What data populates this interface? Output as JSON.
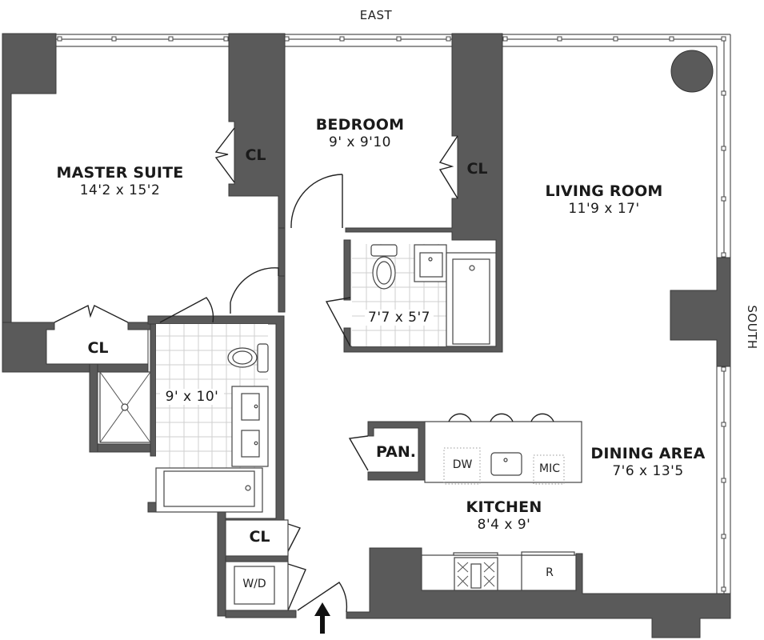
{
  "compass": {
    "east": "EAST",
    "south": "SOUTH"
  },
  "rooms": {
    "master_suite": {
      "name": "MASTER SUITE",
      "dims": "14'2 x 15'2"
    },
    "bedroom": {
      "name": "BEDROOM",
      "dims": "9' x 9'10"
    },
    "living_room": {
      "name": "LIVING ROOM",
      "dims": "11'9 x 17'"
    },
    "dining_area": {
      "name": "DINING AREA",
      "dims": "7'6 x 13'5"
    },
    "kitchen": {
      "name": "KITCHEN",
      "dims": "8'4 x 9'"
    },
    "master_bath": {
      "dims": "9' x 10'"
    },
    "second_bath": {
      "dims": "7'7 x 5'7"
    }
  },
  "closets": {
    "master_walk_in": "CL",
    "master_reach_in": "CL",
    "bedroom_closet": "CL",
    "entry_closet": "CL",
    "pantry": "PAN."
  },
  "appliances": {
    "dishwasher": "DW",
    "microwave": "MIC",
    "refrigerator": "R",
    "washer_dryer": "W/D"
  },
  "colors": {
    "wall": "#5a5a5a",
    "background": "#ffffff",
    "tile_grid": "#cfcfcf",
    "text": "#1a1a1a"
  }
}
